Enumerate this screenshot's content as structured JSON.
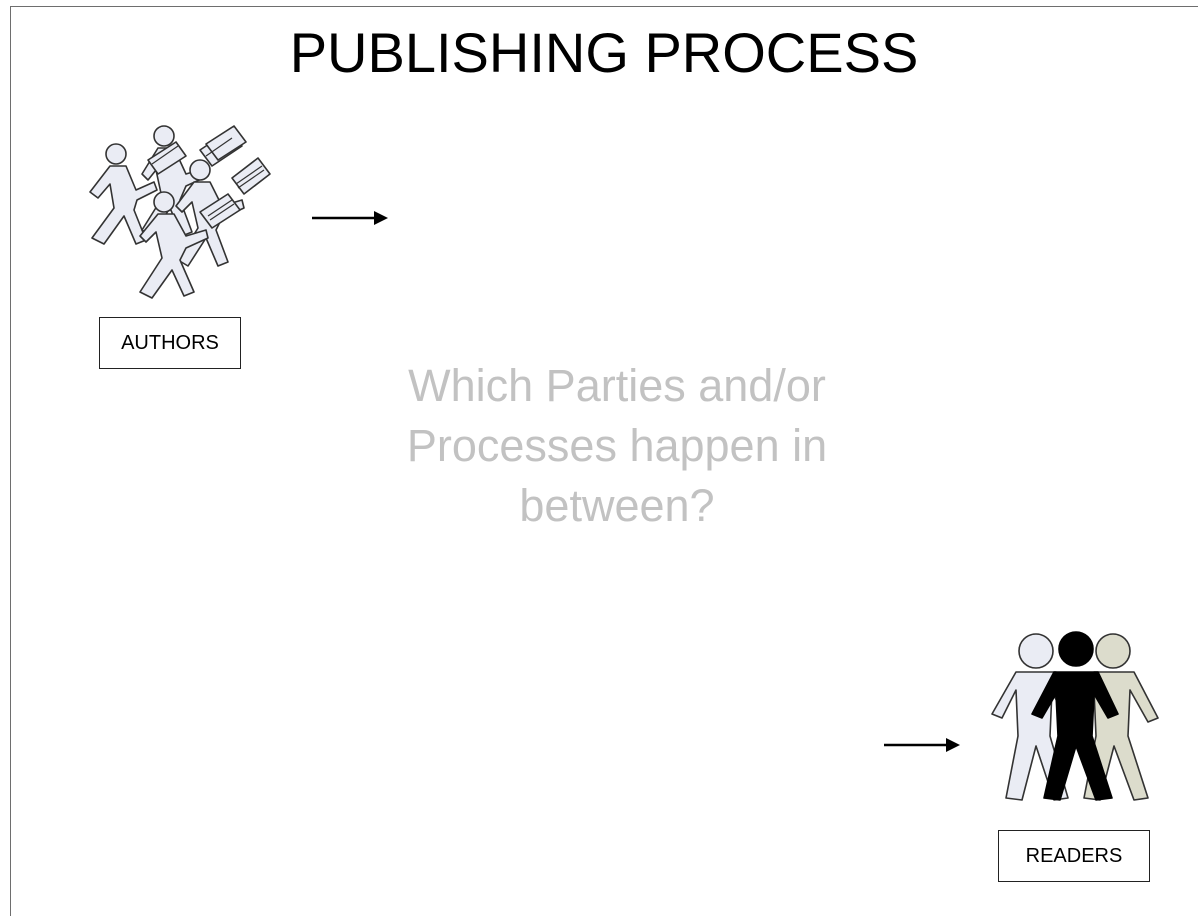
{
  "title": "PUBLISHING PROCESS",
  "authors": {
    "label": "AUTHORS",
    "icon": "authors-group-icon"
  },
  "readers": {
    "label": "READERS",
    "icon": "readers-group-icon"
  },
  "question": {
    "lines": [
      "Which Parties and/or",
      "Processes happen in",
      "between?"
    ]
  },
  "colors": {
    "title": "#000000",
    "question": "#c2c2c2",
    "figure_light": "#eaecf4",
    "figure_dark": "#000000",
    "figure_tan": "#dcdccc"
  }
}
